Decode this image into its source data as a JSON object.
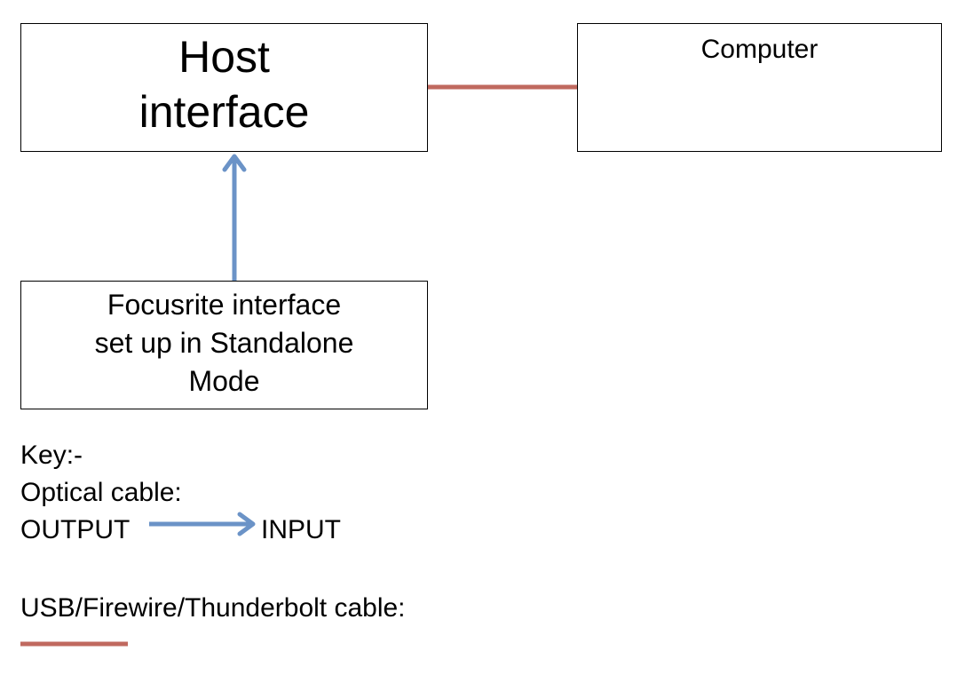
{
  "boxes": {
    "host": "Host\ninterface",
    "computer": "Computer",
    "focusrite": "Focusrite interface\nset up in Standalone\nMode"
  },
  "key": {
    "title": "Key:-",
    "optical_label": "Optical cable:",
    "output_label": "OUTPUT",
    "input_label": "INPUT",
    "usb_label": "USB/Firewire/Thunderbolt cable:"
  },
  "colors": {
    "optical_cable": "#6b93c7",
    "usb_cable": "#c0695f"
  }
}
